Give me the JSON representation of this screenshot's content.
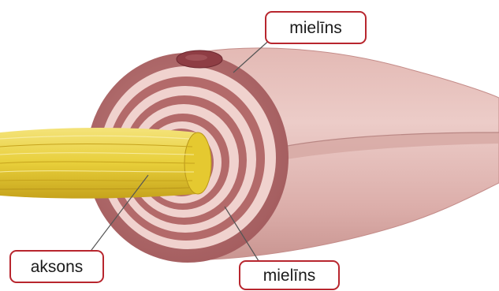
{
  "labels": {
    "myelin_top": "mielīns",
    "axon": "aksons",
    "myelin_bottom": "mielīns"
  },
  "colors": {
    "label_border": "#b8262e",
    "sheath_fill": "#e9c4c0",
    "sheath_shadow": "#d5a4a1",
    "ring_dark": "#b36a6a",
    "ring_light": "#f0d2ce",
    "axon_fill": "#ead23e",
    "axon_shadow": "#c9a91e",
    "nucleus": "#8e3d44"
  }
}
